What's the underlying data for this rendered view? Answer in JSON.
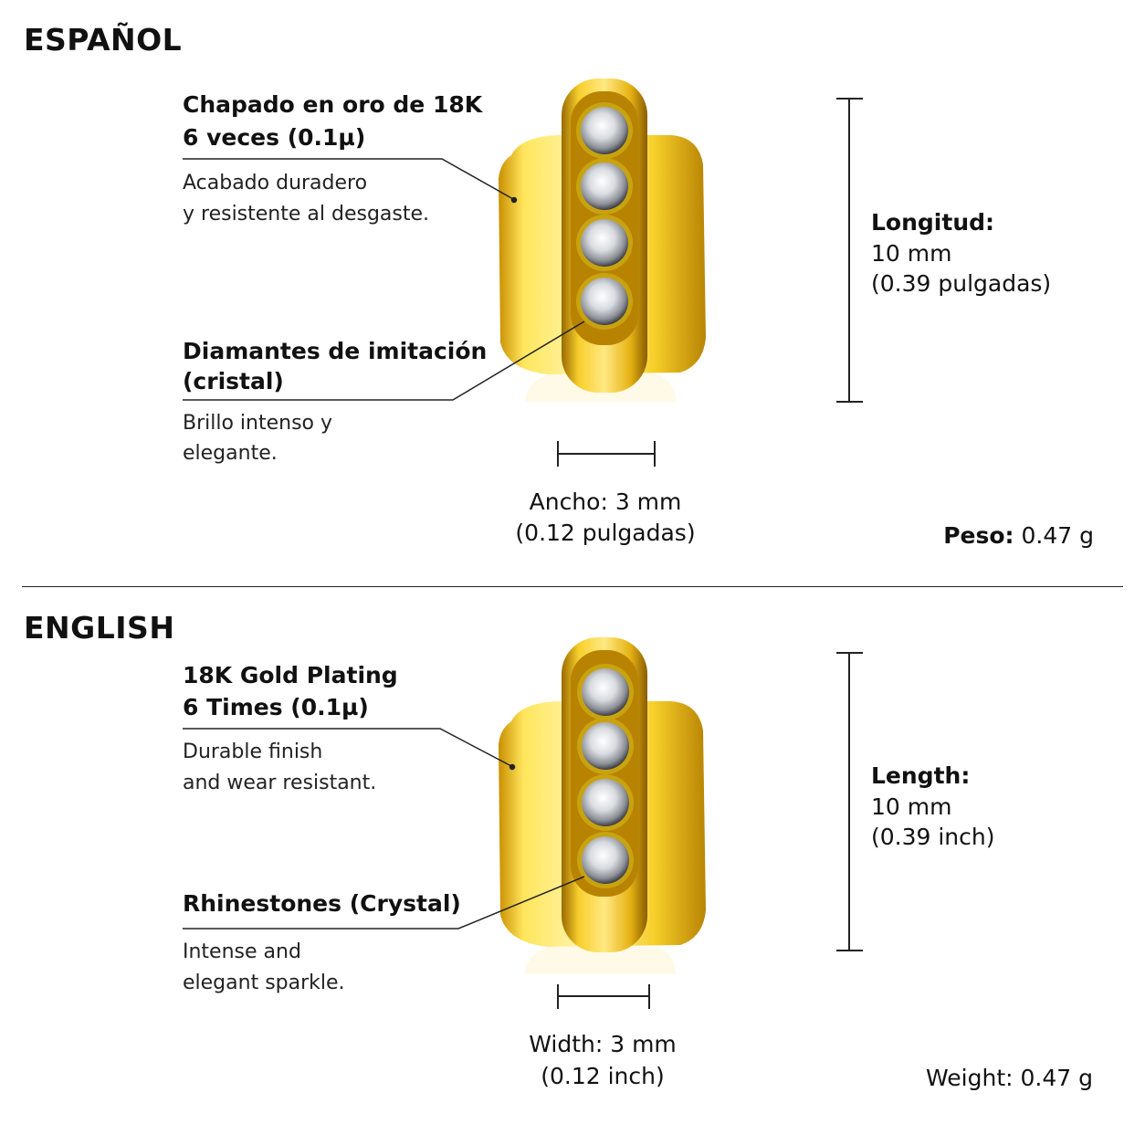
{
  "colors": {
    "gold_light": "#fff3a6",
    "gold_mid": "#f2c318",
    "gold_dark": "#b07d05",
    "line": "#222222"
  },
  "spanish": {
    "heading": "ESPAÑOL",
    "plating_title_1": "Chapado en oro de 18K",
    "plating_title_2": "6 veces (0.1µ)",
    "plating_desc_1": "Acabado duradero",
    "plating_desc_2": "y resistente al desgaste.",
    "stones_title_1": "Diamantes de imitación",
    "stones_title_2": "(cristal)",
    "stones_desc_1": "Brillo intenso y",
    "stones_desc_2": "elegante.",
    "width_1": "Ancho: 3 mm",
    "width_2": "(0.12 pulgadas)",
    "length_label": "Longitud:",
    "length_1": "10 mm",
    "length_2": "(0.39 pulgadas)",
    "weight_label": "Peso:",
    "weight_value": " 0.47 g"
  },
  "english": {
    "heading": "ENGLISH",
    "plating_title_1": "18K Gold Plating",
    "plating_title_2": "6 Times (0.1µ)",
    "plating_desc_1": "Durable finish",
    "plating_desc_2": "and wear resistant.",
    "stones_title_1": "Rhinestones (Crystal)",
    "stones_desc_1": "Intense and",
    "stones_desc_2": "elegant sparkle.",
    "width_1": "Width: 3 mm",
    "width_2": "(0.12 inch)",
    "length_label": "Length:",
    "length_1": "10 mm",
    "length_2": "(0.39 inch)",
    "weight_text": "Weight: 0.47 g"
  }
}
